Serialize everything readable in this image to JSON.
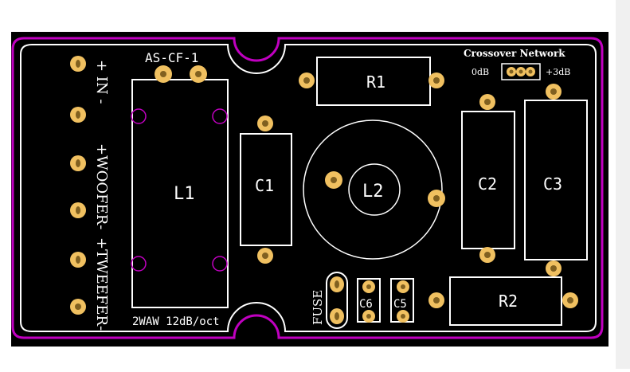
{
  "board": {
    "title": "AS-CF-1",
    "subtitle": "2WAW 12dB/oct",
    "network_label": "Crossover Network",
    "jumper_left": "0dB",
    "jumper_right": "+3dB",
    "colors": {
      "background": "#000000",
      "outline": "#c000c0",
      "silkscreen": "#ffffff",
      "pad": "#f0c060",
      "pad_hole": "#806020"
    }
  },
  "terminals": {
    "in": "+ IN -",
    "woofer": "+WOOFER-",
    "tweeter": "+TWEEFER-"
  },
  "components": {
    "L1": "L1",
    "L2": "L2",
    "C1": "C1",
    "C2": "C2",
    "C3": "C3",
    "C5": "C5",
    "C6": "C6",
    "R1": "R1",
    "R2": "R2",
    "fuse": "FUSE"
  }
}
